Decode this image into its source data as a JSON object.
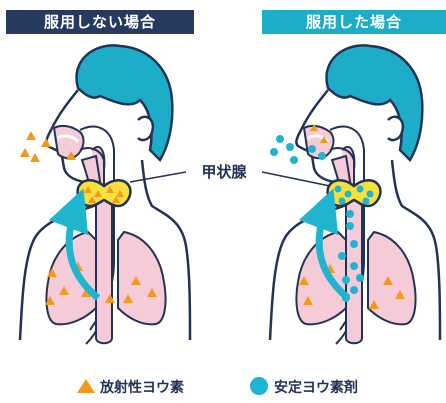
{
  "headers": {
    "left": "服用しない場合",
    "right": "服用した場合"
  },
  "center_label": "甲状腺",
  "legend": [
    {
      "label": "放射性ヨウ素",
      "icon": "triangle-icon",
      "color": "#f39a1e"
    },
    {
      "label": "安定ヨウ素剤",
      "icon": "circle-icon",
      "color": "#1fb4cf"
    }
  ],
  "colors": {
    "head": "#1dadc9",
    "outline": "#223355",
    "organ": "#f4cbd7",
    "thyroid": "#f7e03c",
    "arrow": "#1fb4cf",
    "dark": "#253a5e"
  }
}
